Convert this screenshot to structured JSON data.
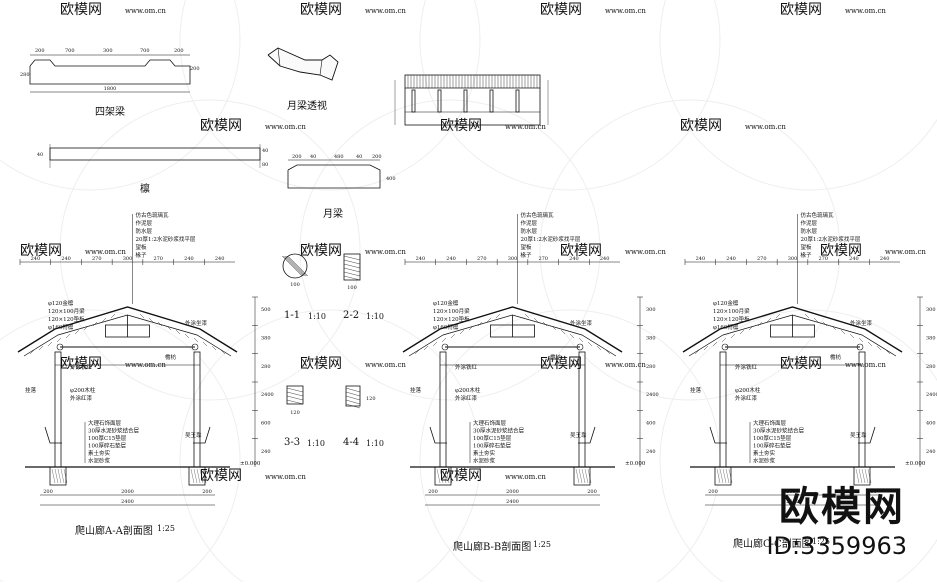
{
  "watermark": {
    "brand": "欧模网",
    "url": "www.om.cn",
    "id": "ID:3359963"
  },
  "parts": {
    "four_beam": {
      "caption": "四架梁",
      "dims": [
        "200",
        "700",
        "300",
        "700",
        "200",
        "1800",
        "280",
        "200"
      ]
    },
    "purlin": {
      "caption": "檩",
      "dims": [
        "40",
        "40",
        "80"
      ]
    },
    "moon_beam_3d": {
      "caption": "月梁透视"
    },
    "moon_beam": {
      "caption": "月梁",
      "dims": [
        "200",
        "40",
        "480",
        "40",
        "200",
        "400"
      ]
    }
  },
  "details": [
    {
      "id": "1-1",
      "caption": "1-1",
      "scale": "1:10",
      "dim": "100"
    },
    {
      "id": "2-2",
      "caption": "2-2",
      "scale": "1:10",
      "dim": "100"
    },
    {
      "id": "3-3",
      "caption": "3-3",
      "scale": "1:10",
      "dim": "120"
    },
    {
      "id": "4-4",
      "caption": "4-4",
      "scale": "1:10",
      "dim": "120"
    }
  ],
  "sections": [
    {
      "caption": "爬山廊A-A剖面图",
      "scale": "1:25",
      "top_dims": [
        "240",
        "240",
        "270",
        "300",
        "270",
        "240",
        "240"
      ],
      "spec_notes": [
        "仿古色琉璃瓦",
        "作泥层",
        "防水层",
        "20厚1:2水泥砂浆找平层",
        "望板",
        "椽子"
      ],
      "left_notes": [
        "φ120金檩",
        "120×100月梁",
        "120×120垫板",
        "φ160桁檩"
      ],
      "mid_notes": [
        "外涂坐漆",
        "檐枋",
        "外涂铁红",
        "φ200木柱",
        "外涂红漆",
        "挂落"
      ],
      "right_notes": [
        "吴王靠"
      ],
      "floor_notes": [
        "大理石饰面层",
        "30厚水泥砂浆结合层",
        "100厚C15垫层",
        "100厚碎石垫层",
        "素土夯实",
        "水泥砂浆"
      ],
      "bottom_dims": [
        "200",
        "2000",
        "200",
        "2400"
      ],
      "right_dims": [
        "500",
        "380",
        "280",
        "2400",
        "600",
        "240"
      ],
      "level": "±0.000"
    },
    {
      "caption": "爬山廊B-B剖面图",
      "scale": "1:25",
      "top_dims": [
        "240",
        "240",
        "270",
        "300",
        "270",
        "240",
        "240"
      ],
      "spec_notes": [
        "仿古色琉璃瓦",
        "作泥层",
        "防水层",
        "20厚1:2水泥砂浆找平层",
        "望板",
        "椽子"
      ],
      "left_notes": [
        "φ120金檩",
        "120×100月梁",
        "120×120垫板",
        "φ160桁檩"
      ],
      "mid_notes": [
        "外涂坐漆",
        "檐枋",
        "外涂铁红",
        "φ200木柱",
        "外涂红漆",
        "挂落"
      ],
      "right_notes": [
        "吴王靠"
      ],
      "floor_notes": [
        "大理石饰面层",
        "30厚水泥砂浆结合层",
        "100厚C15垫层",
        "100厚碎石垫层",
        "素土夯实",
        "水泥砂浆"
      ],
      "bottom_dims": [
        "200",
        "2000",
        "200",
        "2400"
      ],
      "right_dims": [
        "300",
        "380",
        "280",
        "2400",
        "400",
        "240"
      ],
      "level": "±0.000"
    },
    {
      "caption": "爬山廊C-C剖面图",
      "scale": "1:25",
      "top_dims": [
        "240",
        "240",
        "270",
        "300",
        "270",
        "240",
        "240"
      ],
      "spec_notes": [
        "仿古色琉璃瓦",
        "作泥层",
        "防水层",
        "20厚1:2水泥砂浆找平层",
        "望板",
        "椽子"
      ],
      "left_notes": [
        "φ120金檩",
        "120×100月梁",
        "120×120垫板",
        "φ160桁檩"
      ],
      "mid_notes": [
        "外涂坐漆",
        "檐枋",
        "外涂铁红",
        "φ200木柱",
        "外涂红漆",
        "挂落"
      ],
      "right_notes": [
        "吴王靠"
      ],
      "floor_notes": [
        "大理石饰面层",
        "30厚水泥砂浆结合层",
        "100厚C15垫层",
        "100厚碎石垫层",
        "素土夯实",
        "水泥砂浆"
      ],
      "bottom_dims": [
        "200",
        "2000",
        "200",
        "2400"
      ],
      "right_dims": [
        "300",
        "380",
        "280",
        "2400",
        "400",
        "240"
      ],
      "level": "±0.000"
    }
  ]
}
